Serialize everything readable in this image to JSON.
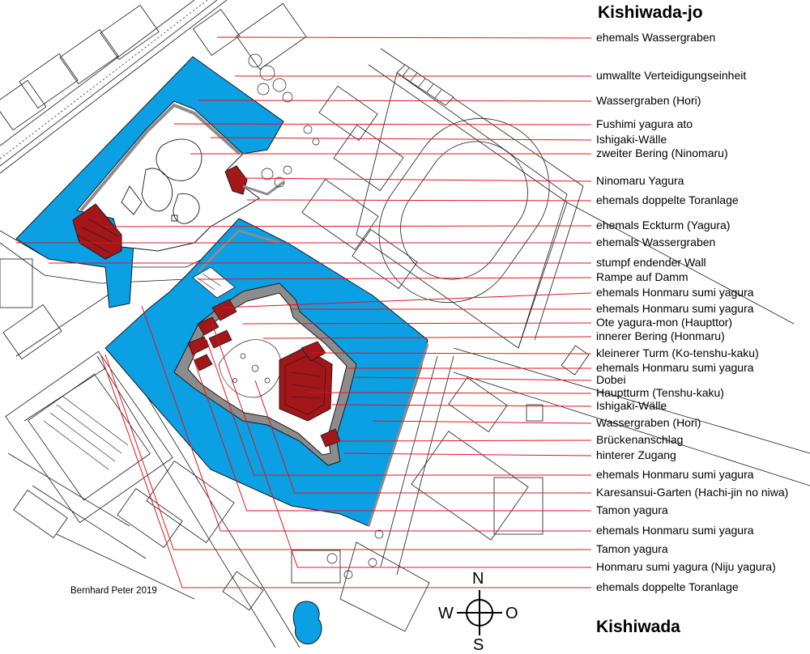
{
  "title": "Kishiwada-jo",
  "subtitle": "Kishiwada",
  "credit": "Bernhard Peter 2019",
  "compass": {
    "north": "N",
    "south": "S",
    "west": "W",
    "east": "O"
  },
  "colors": {
    "moat": "#0B9FE3",
    "building": "#A3161A",
    "leader": "#E0161E",
    "wall": "#8C8C8C",
    "street": "#FFFFFF",
    "line": "#1A1A1A"
  },
  "legend": [
    {
      "label": "ehemals Wassergraben"
    },
    {
      "label": "umwallte Verteidigungseinheit"
    },
    {
      "label": "Wassergraben (Hori)"
    },
    {
      "label": "Fushimi yagura ato"
    },
    {
      "label": "Ishigaki-Wälle"
    },
    {
      "label": "zweiter Bering (Ninomaru)"
    },
    {
      "label": "Ninomaru Yagura"
    },
    {
      "label": "ehemals doppelte Toranlage"
    },
    {
      "label": "ehemals Eckturm (Yagura)"
    },
    {
      "label": "ehemals Wassergraben"
    },
    {
      "label": "stumpf endender Wall"
    },
    {
      "label": "Rampe auf Damm"
    },
    {
      "label": "ehemals Honmaru sumi yagura"
    },
    {
      "label": "ehemals Honmaru sumi yagura"
    },
    {
      "label": "Ote yagura-mon (Haupttor)"
    },
    {
      "label": "innerer Bering (Honmaru)"
    },
    {
      "label": "kleinerer Turm (Ko-tenshu-kaku)"
    },
    {
      "label": "ehemals Honmaru sumi yagura"
    },
    {
      "label": "Dobei"
    },
    {
      "label": "Hauptturm (Tenshu-kaku)"
    },
    {
      "label": "Ishigaki-Wälle"
    },
    {
      "label": "Wassergraben (Hori)"
    },
    {
      "label": "Brückenanschlag"
    },
    {
      "label": "hinterer Zugang"
    },
    {
      "label": "ehemals Honmaru sumi yagura"
    },
    {
      "label": "Karesansui-Garten (Hachi-jin no niwa)"
    },
    {
      "label": "Tamon yagura"
    },
    {
      "label": "ehemals Honmaru sumi yagura"
    },
    {
      "label": "Tamon yagura"
    },
    {
      "label": "Honmaru sumi yagura (Niju yagura)"
    },
    {
      "label": "ehemals doppelte Toranlage"
    }
  ]
}
